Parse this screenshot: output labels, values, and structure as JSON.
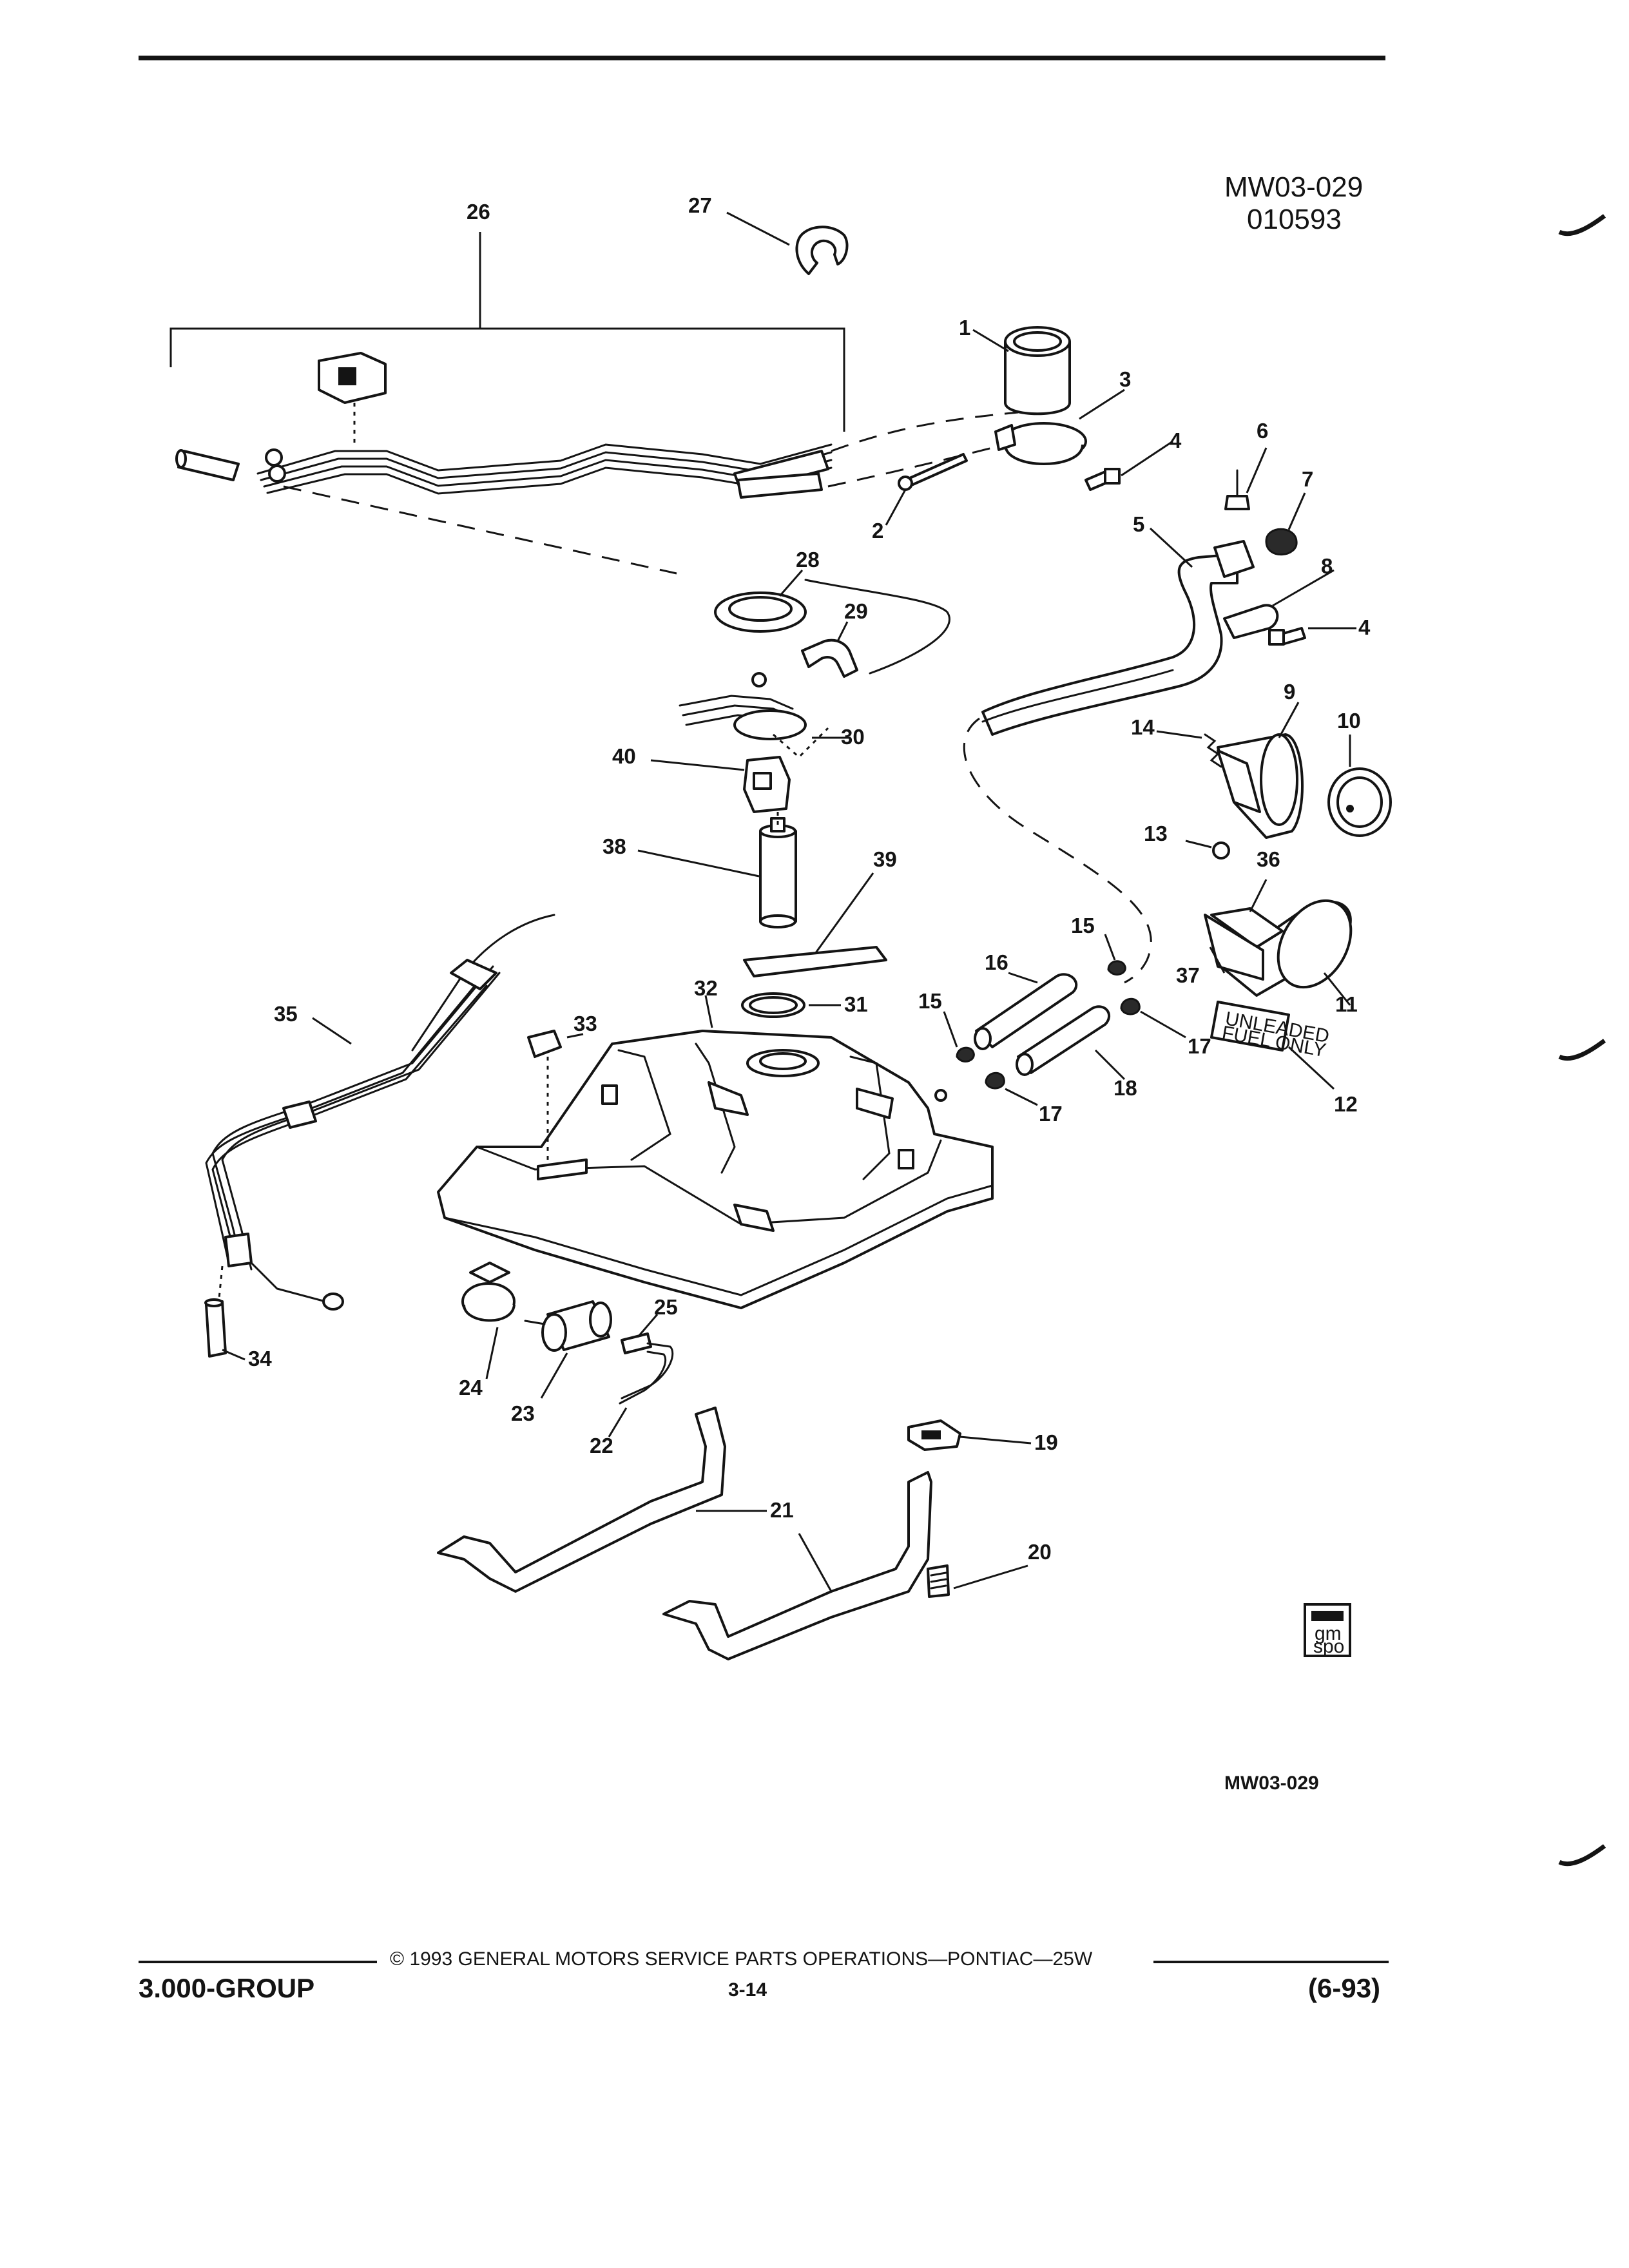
{
  "header": {
    "drawing_code": "MW03-029",
    "drawing_date": "010593"
  },
  "part_labels": [
    "1",
    "2",
    "3",
    "4",
    "4",
    "5",
    "6",
    "7",
    "8",
    "9",
    "10",
    "11",
    "12",
    "13",
    "14",
    "15",
    "15",
    "16",
    "17",
    "17",
    "18",
    "19",
    "20",
    "21",
    "22",
    "23",
    "24",
    "25",
    "26",
    "27",
    "28",
    "29",
    "30",
    "31",
    "32",
    "33",
    "34",
    "35",
    "36",
    "37",
    "38",
    "39",
    "40"
  ],
  "decal_text": [
    "UNLEADED",
    "FUEL ONLY"
  ],
  "badge": {
    "line1": "gm",
    "line2": "spo"
  },
  "footer": {
    "drawing_code": "MW03-029",
    "copyright": "© 1993 GENERAL MOTORS SERVICE PARTS OPERATIONS—PONTIAC—25W",
    "group": "3.000-GROUP",
    "page": "3-14",
    "date_code": "(6-93)"
  }
}
